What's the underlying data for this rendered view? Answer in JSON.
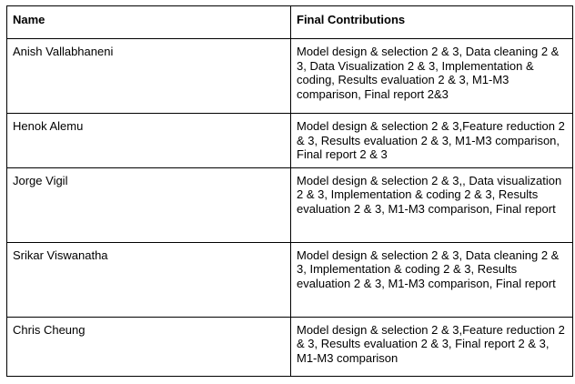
{
  "table": {
    "headers": {
      "name": "Name",
      "contributions": "Final Contributions"
    },
    "rows": [
      {
        "name": "Anish Vallabhaneni",
        "contributions": "Model design & selection 2 & 3, Data cleaning 2 & 3, Data Visualization 2 & 3, Implementation & coding, Results evaluation 2 & 3, M1-M3 comparison, Final report 2&3"
      },
      {
        "name": "Henok Alemu",
        "contributions": "Model design & selection 2 & 3,Feature reduction 2 & 3, Results evaluation 2 & 3, M1-M3 comparison, Final report 2 & 3"
      },
      {
        "name": "Jorge Vigil",
        "contributions": "Model design & selection 2 & 3,, Data visualization 2 & 3, Implementation & coding 2 & 3, Results evaluation 2 & 3, M1-M3 comparison, Final report"
      },
      {
        "name": "Srikar Viswanatha",
        "contributions": "Model design & selection 2 & 3, Data cleaning 2 & 3, Implementation & coding 2 & 3, Results evaluation 2 & 3, M1-M3 comparison, Final report"
      },
      {
        "name": "Chris Cheung",
        "contributions": "Model design & selection 2 & 3,Feature reduction 2 & 3, Results evaluation 2 & 3, Final report 2 & 3, M1-M3 comparison"
      }
    ]
  }
}
